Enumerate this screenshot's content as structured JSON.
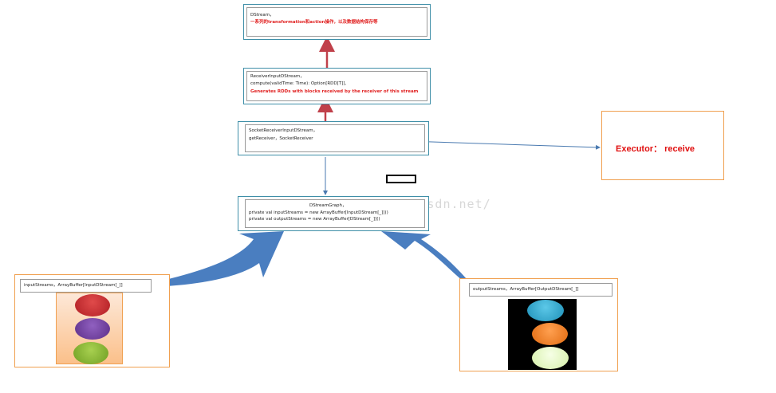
{
  "nodes": {
    "dstream": {
      "line1": "DStream，",
      "line2": "一系列的transformation和action操作，以及数据结构保存等"
    },
    "receiver_input": {
      "line1": "ReceiverInputDStream，",
      "line2": "compute(validTime: Time): Option[RDD[T]],",
      "line3": "Generates RDDs  with blocks received by the receiver of this stream"
    },
    "socket_receiver": {
      "line1": "SocketReceiverInputDStream，",
      "line2": "getReceiver，SocketReceiver"
    },
    "dstream_graph": {
      "line1": "DStreamGraph，",
      "line2": "private val inputStreams  = new ArrayBuffer[InputDStream[_]]()",
      "line3": "  private val outputStreams  = new ArrayBuffer[DStream[_]]()"
    },
    "executor": {
      "label": "Executor： receive"
    },
    "input_streams": {
      "label": "inputStreams，ArrayBuffer[InputDStream[_]]",
      "circle_colors": [
        "#c0262a",
        "#6f3c9a",
        "#86b030"
      ]
    },
    "output_streams": {
      "label": "outputStreams，ArrayBuffer[OutputDStream[_]]",
      "circle_colors": [
        "#2aa8d0",
        "#f07820",
        "#e8f8c0"
      ]
    }
  },
  "watermark": "http://blog.csdn.net/",
  "colors": {
    "node_border": "#3f8fa8",
    "container_border": "#f0a050",
    "red_arrow": "#c0404a",
    "thin_arrow": "#4a7ab0",
    "big_arrow": "#4a7ec0"
  }
}
